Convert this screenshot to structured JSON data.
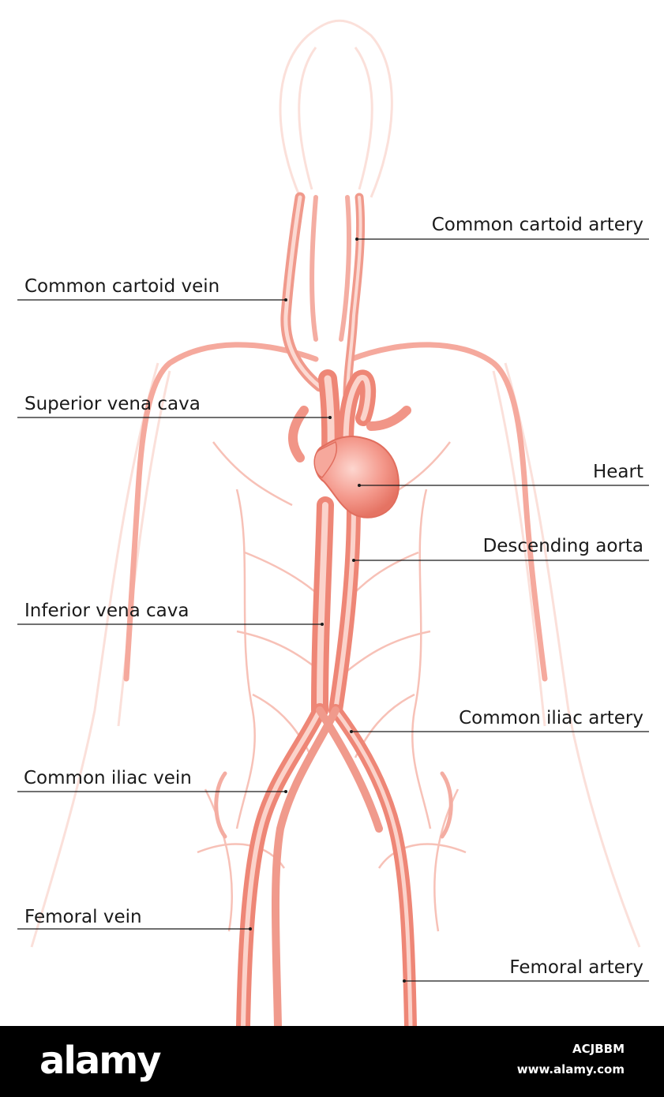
{
  "labels": {
    "common_carotid_artery": "Common cartoid artery",
    "common_carotid_vein": "Common cartoid vein",
    "superior_vena_cava": "Superior vena cava",
    "heart": "Heart",
    "descending_aorta": "Descending aorta",
    "inferior_vena_cava": "Inferior vena cava",
    "common_iliac_artery": "Common iliac artery",
    "common_iliac_vein": "Common iliac vein",
    "femoral_vein": "Femoral vein",
    "femoral_artery": "Femoral artery"
  },
  "watermark": {
    "logo": "alamy",
    "image_id": "ACJBBM",
    "url": "www.alamy.com"
  },
  "colors": {
    "vessel_main": "#f08a7a",
    "vessel_light": "#f7c5bc",
    "vessel_faint": "#fbe3de",
    "heart": "#f28c80",
    "leader_line": "#1a1a1a",
    "footer": "#000000"
  }
}
